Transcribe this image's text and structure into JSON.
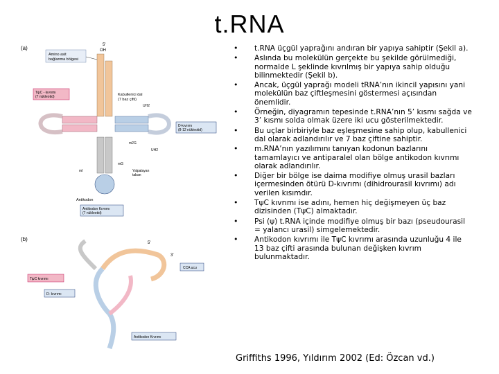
{
  "title": "t.RNA",
  "bullets": [
    "t.RNA üçgül yaprağını andıran bir yapıya sahiptir (Şekil a).",
    "Aslında bu molekülün gerçekte bu şekilde görülmediği, normalde L şeklinde kıvrılmış bir yapıya sahip olduğu bilinmektedir (Şekil b).",
    "Ancak, üçgül yaprağı modeli tRNA’nın ikincil yapısını yani molekülün baz çiftleşmesini göstermesi açısından önemlidir.",
    " Örneğin, diyagramın tepesinde t.RNA’nın 5’ kısmı sağda ve 3’ kısmı solda olmak üzere iki ucu gösterilmektedir.",
    "Bu uçlar birbiriyle baz eşleşmesine sahip olup, kabullenici dal olarak adlandırılır ve 7 baz çiftine sahiptir.",
    " m.RNA’nın yazılımını tanıyan kodonun bazlarını tamamlayıcı ve antiparalel olan bölge antikodon kıvrımı olarak adlandırılır.",
    " Diğer bir bölge ise daima modifiye olmuş urasil bazları içermesinden ötürü D-kıvrımı (dihidrourasil kıvrımı) adı verilen kısımdır.",
    " TψC kıvrımı ise adını, hemen hiç değişmeyen üç baz dizisinden (TψC) almaktadır.",
    " Psi (ψ) t.RNA içinde modifiye olmuş bir bazı (pseudourasil = yalancı urasil) simgelemektedir.",
    "Antikodon kıvrımı ile TψC kıvrımı arasında uzunluğu 4 ile 13 baz çifti arasında bulunan değişken kıvrım bulunmaktadır."
  ],
  "citation": "Griffiths 1996, Yıldırım 2002 (Ed: Özcan vd.)",
  "figure": {
    "panel_a_label": "(a)",
    "panel_b_label": "(b)",
    "five_prime": "5'",
    "three_prime": "3'",
    "oh_label": "OH",
    "amino_site_label": "Amino asit\nbağlanma bölgesi",
    "tpsic_box": "TψC - kıvrımı\n(7 nükleotid)",
    "acceptor_label": "Kabullenici dal\n(7 baz çifti)",
    "d_arm_box": "D-kıvrımı\n(8-12 nükleotid)",
    "variable_label": "Yalpalayan\ntaban",
    "anticodon_label": "Antikodon",
    "anticodon_box": "Antikodon Kıvrımı\n(7 nükleotid)",
    "mod_labels": [
      "UH2",
      "UH2",
      "m2G",
      "mI",
      "mG"
    ],
    "cca_box": "CCA ucu",
    "b_tpsic_box": "TψC kıvrımı",
    "b_d_box": "D- kıvrımı",
    "b_anticodon_box": "Antikodon Kıvrımı",
    "colors": {
      "orange": "#f1c59a",
      "gray": "#c8c8c8",
      "blue": "#b9cfe6",
      "pink": "#f2b8c6",
      "navy": "#1f3a78",
      "magenta": "#c2185b",
      "label_box": "#e8eef7"
    }
  }
}
